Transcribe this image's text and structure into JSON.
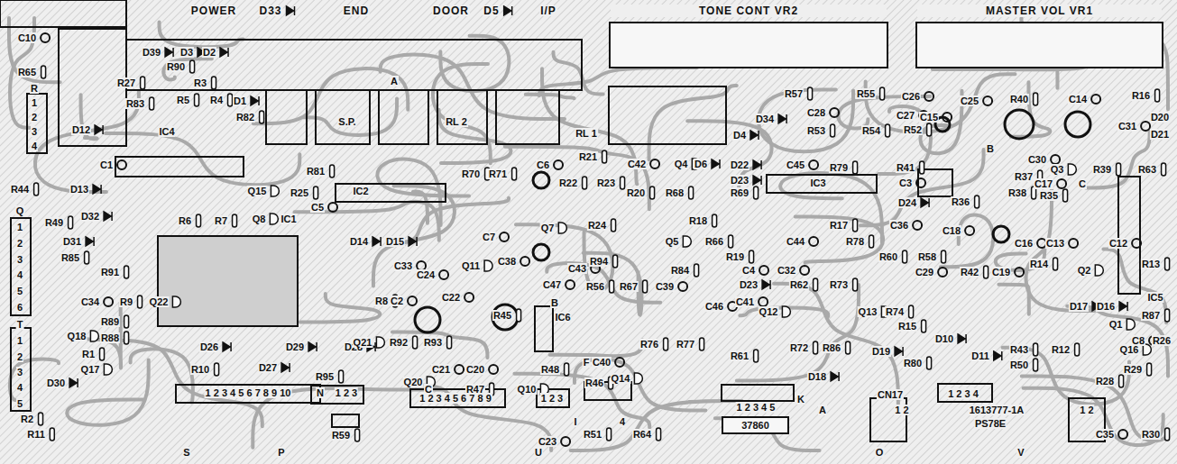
{
  "diagram": {
    "nodes": [
      {
        "text": [
          "TONE CONT VR2"
        ]
      },
      {
        "text": [
          "MASTER VOL VR1"
        ]
      },
      {
        "text": [
          "37860"
        ]
      }
    ],
    "labels": [
      "POWER",
      "D33",
      "END",
      "DOOR",
      "D5",
      "I/P",
      "C10",
      "D39",
      "D3",
      "D2",
      "R65",
      "R",
      "1",
      "2",
      "3",
      "4",
      "R90",
      "R27",
      "R3",
      "A",
      "R83",
      "R5",
      "R4",
      "D1",
      "R82",
      "D12",
      "IC4",
      "S.P.",
      "RL 2",
      "RL 1",
      "D4",
      "D34",
      "R57",
      "R55",
      "C26",
      "C28",
      "C27",
      "R52",
      "R53",
      "R54",
      "C15",
      "C25",
      "R40",
      "C14",
      "R16",
      "D20",
      "D21",
      "C31",
      "B",
      "C30",
      "Q3",
      "R39",
      "R63",
      "C17",
      "C",
      "C1",
      "R44",
      "D13",
      "R81",
      "IC2",
      "Q15",
      "R25",
      "C5",
      "R21",
      "C42",
      "Q4",
      "D6",
      "D22",
      "C45",
      "R79",
      "R41",
      "IC3",
      "C3",
      "R20",
      "R68",
      "D23",
      "R69",
      "R22",
      "R23",
      "C6",
      "R70",
      "R71",
      "D24",
      "R36",
      "R37",
      "R38",
      "R35",
      "Q",
      "1",
      "2",
      "3",
      "4",
      "5",
      "6",
      "R49",
      "D32",
      "Q8",
      "IC1",
      "R6",
      "R7",
      "R24",
      "R18",
      "R17",
      "C36",
      "C18",
      "C16",
      "C13",
      "C12",
      "D31",
      "R85",
      "R91",
      "D14",
      "D15",
      "C7",
      "Q7",
      "R66",
      "R19",
      "C44",
      "R78",
      "R58",
      "R60",
      "C29",
      "R42",
      "C19",
      "R14",
      "R13",
      "Q2",
      "Q11",
      "C38",
      "C33",
      "C24",
      "C43",
      "R94",
      "Q5",
      "R67",
      "R84",
      "C4",
      "C32",
      "D23",
      "R62",
      "R73",
      "C34",
      "R9",
      "Q22",
      "R8",
      "C2",
      "C22",
      "R45",
      "B",
      "IC6",
      "C47",
      "R56",
      "C39",
      "C46",
      "C41",
      "Q12",
      "Q13",
      "R74",
      "R15",
      "D17",
      "D16",
      "Q1",
      "R87",
      "IC5",
      "C8",
      "R26",
      "T",
      "1",
      "2",
      "3",
      "4",
      "5",
      "Q18",
      "R89",
      "R88",
      "R1",
      "Q17",
      "D26",
      "D29",
      "D28",
      "D27",
      "R10",
      "D30",
      "Q21",
      "R92",
      "R93",
      "R76",
      "R77",
      "R61",
      "R72",
      "R86",
      "D18",
      "D19",
      "D10",
      "D11",
      "R80",
      "R43",
      "R12",
      "R50",
      "Q16",
      "R28",
      "R29",
      "C20",
      "C21",
      "R47",
      "C",
      "Q10",
      "R48",
      "R46",
      "Q14",
      "C40",
      "F",
      "R95",
      "N",
      "1 2 3",
      "R59",
      "R2",
      "R11",
      "S",
      "1 2 3 4 5 6 7 8 9 10",
      "Q20",
      "1 2 3 4 5 6 7 8 9",
      "P",
      "U",
      "1 2 3",
      "I",
      "4",
      "R51",
      "R64",
      "K",
      "1 2 3 4 5",
      "A",
      "O",
      "CN17",
      "1 2",
      "1 2 3 4",
      "1613777-1A",
      "PS78E",
      "V",
      "1 2",
      "C35",
      "R30",
      "C23"
    ]
  }
}
